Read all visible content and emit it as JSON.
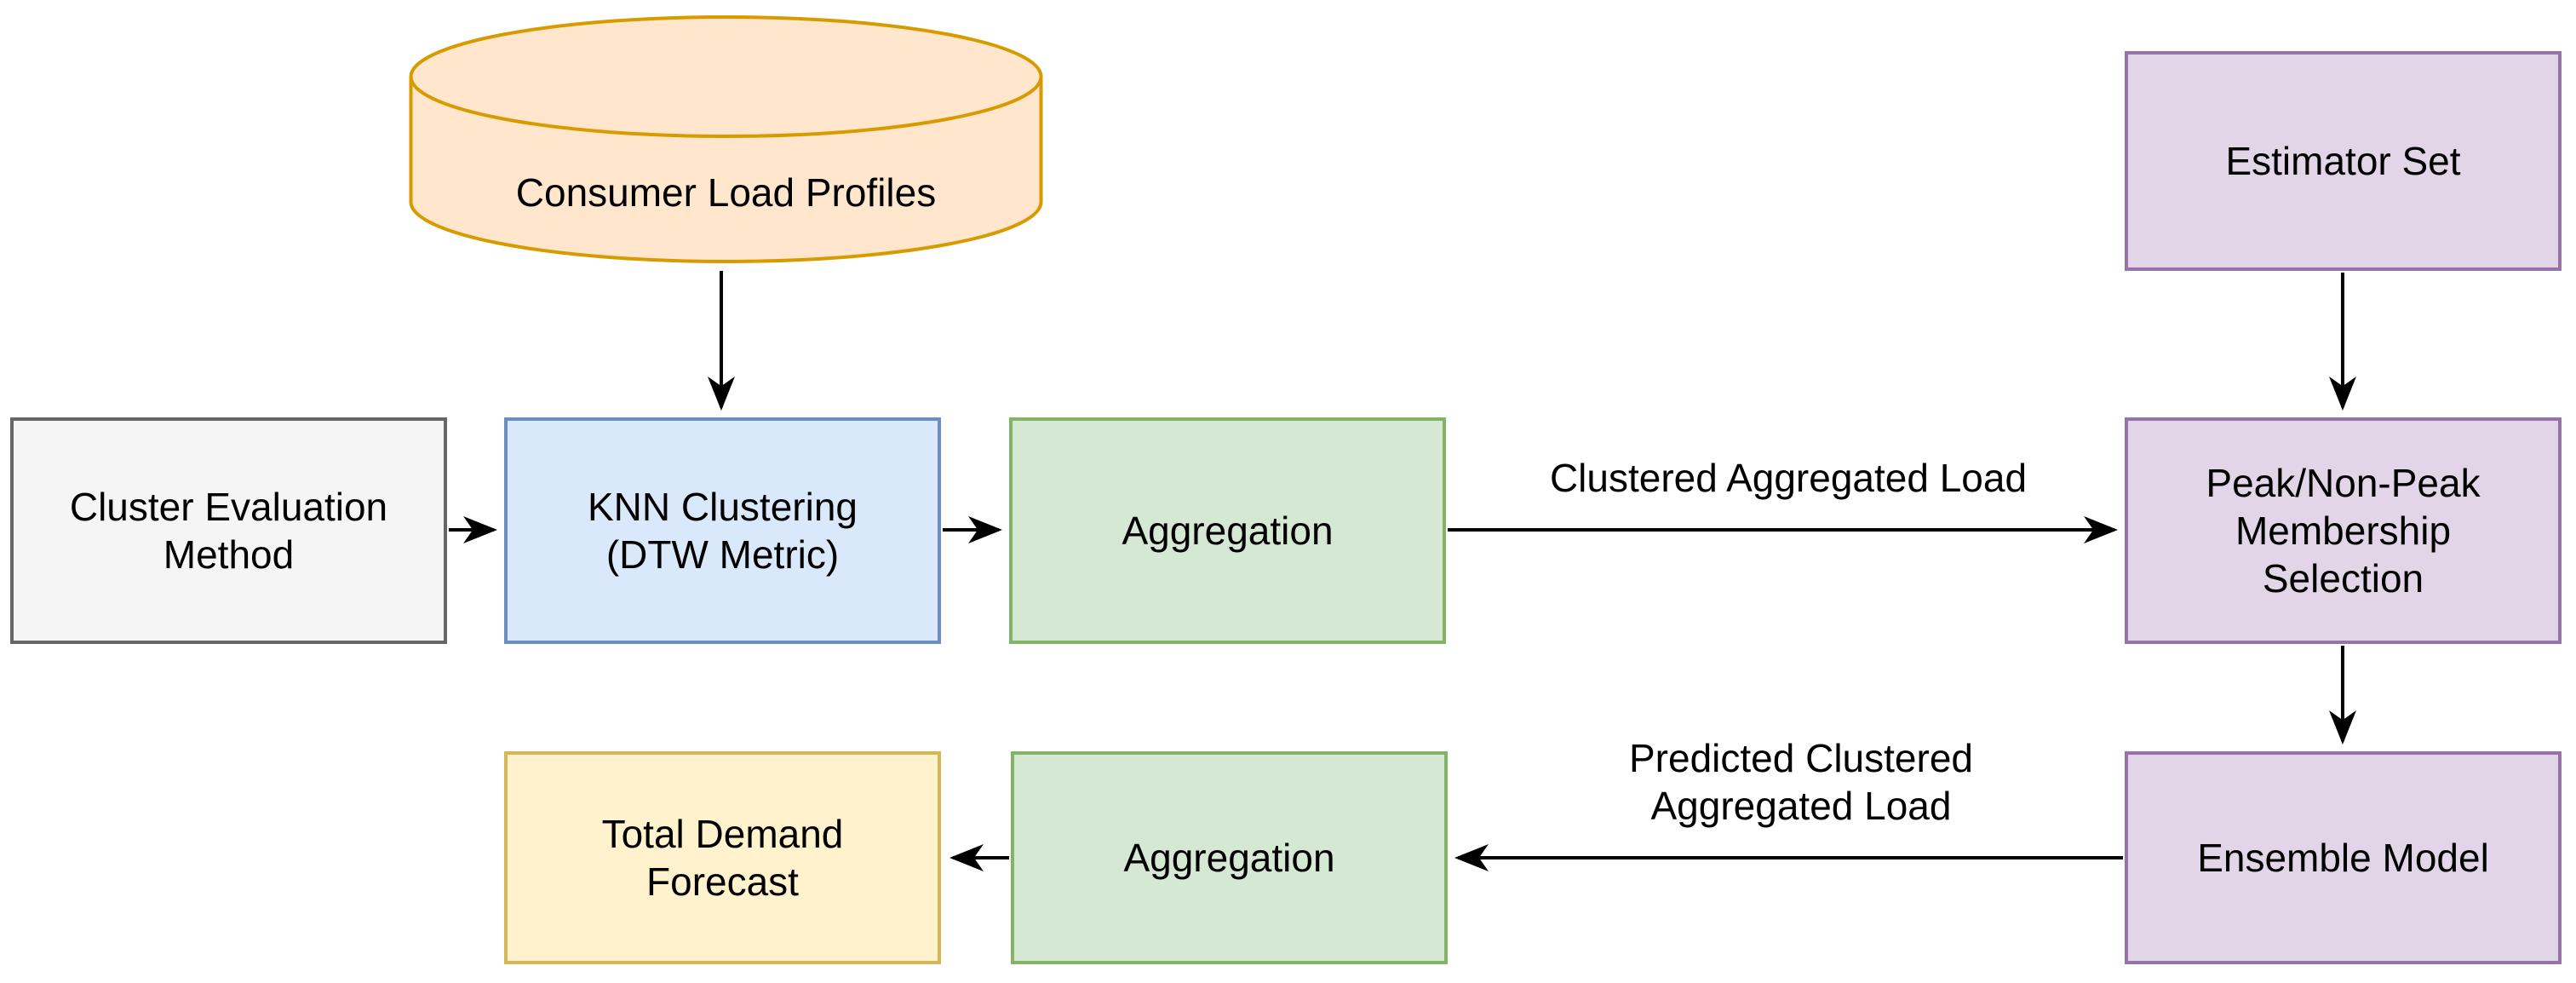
{
  "diagram": {
    "background": "#ffffff",
    "arrow_color": "#000000",
    "nodes": {
      "consumer_load_profiles": {
        "label": "Consumer Load Profiles",
        "shape": "cylinder",
        "fill": "#FFE6CC",
        "stroke": "#D79B00"
      },
      "cluster_evaluation_method": {
        "label": "Cluster Evaluation\nMethod",
        "shape": "rectangle",
        "fill": "#F5F5F5",
        "stroke": "#666666"
      },
      "knn_clustering": {
        "label": "KNN Clustering\n(DTW Metric)",
        "shape": "rectangle",
        "fill": "#DAE8FC",
        "stroke": "#6C8EBF"
      },
      "aggregation_top": {
        "label": "Aggregation",
        "shape": "rectangle",
        "fill": "#D5E8D4",
        "stroke": "#82B366"
      },
      "estimator_set": {
        "label": "Estimator Set",
        "shape": "rectangle",
        "fill": "#E1D5E7",
        "stroke": "#9673A6"
      },
      "peak_membership_selection": {
        "label": "Peak/Non-Peak\nMembership\nSelection",
        "shape": "rectangle",
        "fill": "#E1D5E7",
        "stroke": "#9673A6"
      },
      "ensemble_model": {
        "label": "Ensemble Model",
        "shape": "rectangle",
        "fill": "#E1D5E7",
        "stroke": "#9673A6"
      },
      "aggregation_bottom": {
        "label": "Aggregation",
        "shape": "rectangle",
        "fill": "#D5E8D4",
        "stroke": "#82B366"
      },
      "total_demand_forecast": {
        "label": "Total Demand\nForecast",
        "shape": "rectangle",
        "fill": "#FFF2CC",
        "stroke": "#D6B656"
      }
    },
    "edges": [
      {
        "from": "consumer_load_profiles",
        "to": "knn_clustering",
        "label": ""
      },
      {
        "from": "cluster_evaluation_method",
        "to": "knn_clustering",
        "label": ""
      },
      {
        "from": "knn_clustering",
        "to": "aggregation_top",
        "label": ""
      },
      {
        "from": "aggregation_top",
        "to": "peak_membership_selection",
        "label": "Clustered Aggregated Load"
      },
      {
        "from": "estimator_set",
        "to": "peak_membership_selection",
        "label": ""
      },
      {
        "from": "peak_membership_selection",
        "to": "ensemble_model",
        "label": ""
      },
      {
        "from": "ensemble_model",
        "to": "aggregation_bottom",
        "label": "Predicted Clustered\nAggregated Load"
      },
      {
        "from": "aggregation_bottom",
        "to": "total_demand_forecast",
        "label": ""
      }
    ]
  }
}
